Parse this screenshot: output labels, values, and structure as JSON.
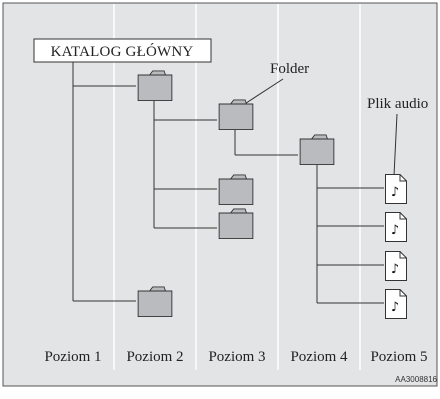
{
  "root_label": "KATALOG GŁÓWNY",
  "callouts": {
    "folder": "Folder",
    "audio": "Plik audio"
  },
  "levels": [
    "Poziom 1",
    "Poziom 2",
    "Poziom 3",
    "Poziom 4",
    "Poziom 5"
  ],
  "figure_code": "AA3008816",
  "colors": {
    "panel": "#e3e4e6",
    "folder_fill": "#b9bbbe",
    "stroke": "#333333"
  },
  "icons": [
    "folder-icon",
    "audio-file-icon"
  ]
}
